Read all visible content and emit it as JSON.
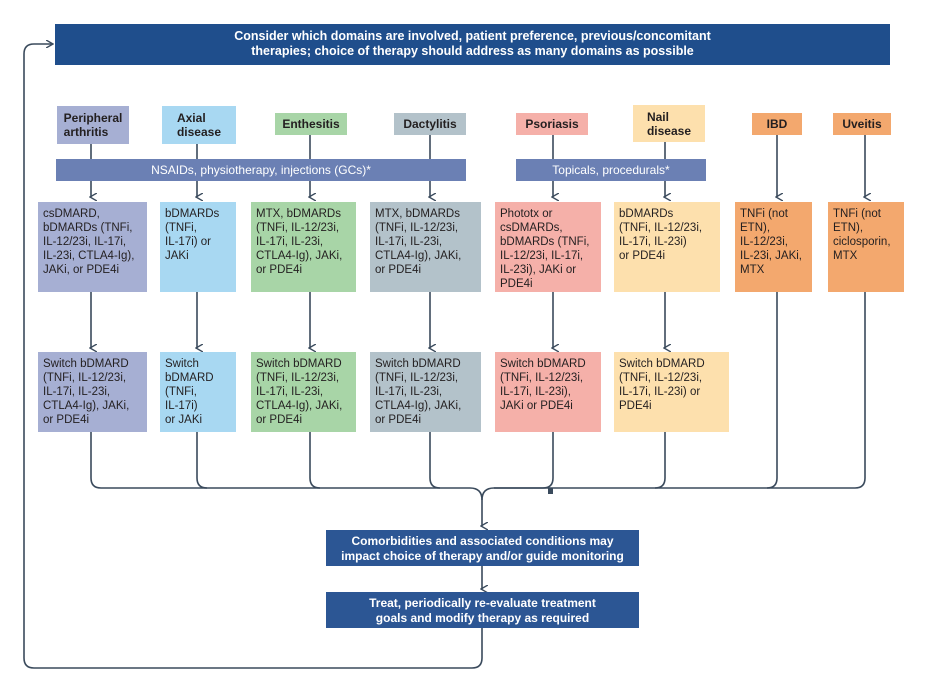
{
  "banner": "Consider which domains are involved, patient preference, previous/concomitant\ntherapies; choice of therapy should address as many domains as possible",
  "domains": [
    {
      "id": "peripheral",
      "label": "Peripheral\narthritis",
      "color": "#a6afd3"
    },
    {
      "id": "axial",
      "label": "Axial\ndisease",
      "color": "#a8d8f2"
    },
    {
      "id": "enthesitis",
      "label": "Enthesitis",
      "color": "#a8d5a7"
    },
    {
      "id": "dactylitis",
      "label": "Dactylitis",
      "color": "#b3c2ca"
    },
    {
      "id": "psoriasis",
      "label": "Psoriasis",
      "color": "#f5b0a9"
    },
    {
      "id": "nail",
      "label": "Nail\ndisease",
      "color": "#fde0ad"
    },
    {
      "id": "ibd",
      "label": "IBD",
      "color": "#f3a86e"
    },
    {
      "id": "uveitis",
      "label": "Uveitis",
      "color": "#f3a86e"
    }
  ],
  "shared_bars": [
    {
      "id": "nsaids",
      "label": "NSAIDs, physiotherapy, injections (GCs)*"
    },
    {
      "id": "topicals",
      "label": "Topicals, procedurals*"
    }
  ],
  "first_line": [
    {
      "id": "peripheral",
      "text": "csDMARD,\nbDMARDs (TNFi,\nIL-12/23i, IL-17i,\nIL-23i, CTLA4-Ig),\nJAKi, or PDE4i"
    },
    {
      "id": "axial",
      "text": "bDMARDs\n(TNFi,\nIL-17i) or\nJAKi"
    },
    {
      "id": "enthesitis",
      "text": "MTX, bDMARDs\n(TNFi, IL-12/23i,\nIL-17i, IL-23i,\nCTLA4-Ig), JAKi,\nor PDE4i"
    },
    {
      "id": "dactylitis",
      "text": "MTX, bDMARDs\n(TNFi, IL-12/23i,\nIL-17i, IL-23i,\nCTLA4-Ig), JAKi,\nor PDE4i"
    },
    {
      "id": "psoriasis",
      "text": "Phototx or\ncsDMARDs,\nbDMARDs (TNFi,\nIL-12/23i, IL-17i,\nIL-23i), JAKi or\nPDE4i"
    },
    {
      "id": "nail",
      "text": "bDMARDs\n(TNFi, IL-12/23i,\nIL-17i, IL-23i)\nor PDE4i"
    },
    {
      "id": "ibd",
      "text": "TNFi (not\nETN),\nIL-12/23i,\nIL-23i, JAKi,\nMTX"
    },
    {
      "id": "uveitis",
      "text": "TNFi (not\nETN),\nciclosporin,\nMTX"
    }
  ],
  "second_line": [
    {
      "id": "peripheral",
      "text": "Switch bDMARD\n(TNFi, IL-12/23i,\nIL-17i, IL-23i,\nCTLA4-Ig), JAKi,\nor PDE4i"
    },
    {
      "id": "axial",
      "text": "Switch\nbDMARD\n(TNFi,\nIL-17i)\nor JAKi"
    },
    {
      "id": "enthesitis",
      "text": "Switch bDMARD\n(TNFi, IL-12/23i,\nIL-17i, IL-23i,\nCTLA4-Ig), JAKi,\nor PDE4i"
    },
    {
      "id": "dactylitis",
      "text": "Switch bDMARD\n(TNFi, IL-12/23i,\nIL-17i, IL-23i,\nCTLA4-Ig), JAKi,\nor PDE4i"
    },
    {
      "id": "psoriasis",
      "text": "Switch bDMARD\n(TNFi, IL-12/23i,\nIL-17i, IL-23i),\nJAKi or PDE4i"
    },
    {
      "id": "nail",
      "text": "Switch bDMARD\n(TNFi, IL-12/23i,\nIL-17i, IL-23i) or\nPDE4i"
    }
  ],
  "comorbidities": "Comorbidities and associated conditions may\nimpact choice of therapy and/or guide monitoring",
  "treat": "Treat, periodically re-evaluate treatment\ngoals and modify therapy as required",
  "colors": {
    "banner": "#1f4e8c",
    "shared_bar": "#6b80b4",
    "bottom_box": "#2c5694",
    "lines": "#3a4a5c"
  }
}
